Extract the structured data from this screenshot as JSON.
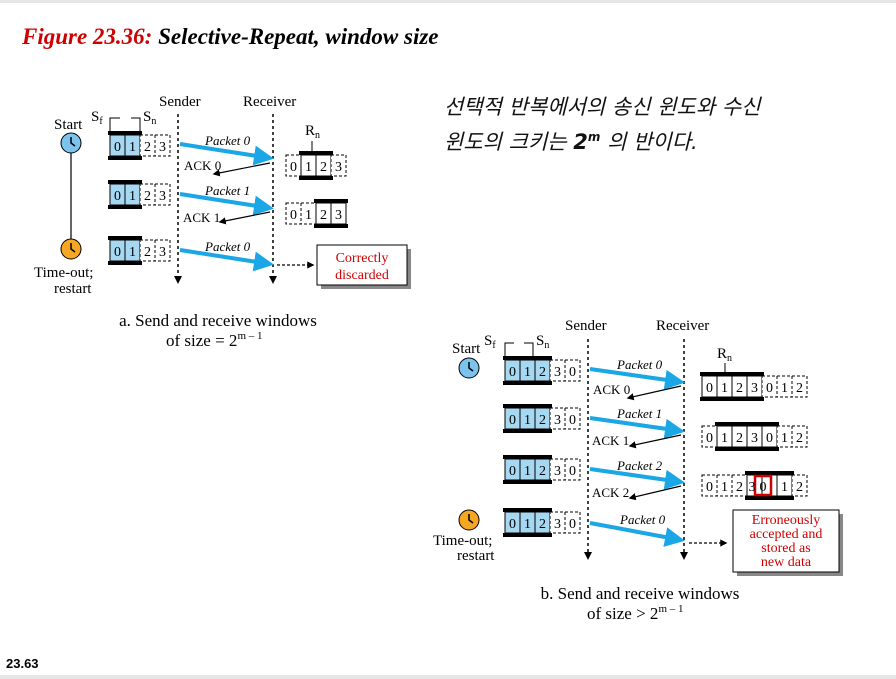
{
  "title": {
    "figure": "Figure 23.36:",
    "text": "Selective-Repeat, window size"
  },
  "korean_note": {
    "line1": "선택적 반복에서의 송신 윈도와 수신",
    "line2_pre": "윈도의 크키는 ",
    "line2_exp_base": "2",
    "line2_exp_sup": "m",
    "line2_post": " 의 반이다."
  },
  "page_number": "23.63",
  "colors": {
    "accent_red": "#d00000",
    "arrow_blue": "#1ba6e6",
    "window_fill": "#a6d8f2",
    "clock_blue": "#7cc4ee",
    "clock_orange": "#f5a623"
  },
  "diagram_a": {
    "sender_label": "Sender",
    "receiver_label": "Receiver",
    "start_label": "Start",
    "timeout_label_1": "Time-out;",
    "timeout_label_2": "restart",
    "sf": "S",
    "sf_sub": "f",
    "sn": "S",
    "sn_sub": "n",
    "rn": "R",
    "rn_sub": "n",
    "packets": [
      "Packet 0",
      "Packet 1",
      "Packet 0"
    ],
    "acks": [
      "ACK 0",
      "ACK 1"
    ],
    "sender_window": [
      "0",
      "1",
      "2",
      "3"
    ],
    "receiver_windows": [
      [
        "0",
        "1",
        "2",
        "3"
      ],
      [
        "0",
        "1",
        "2",
        "3"
      ]
    ],
    "result": [
      "Correctly",
      "discarded"
    ],
    "caption_1": "a. Send and receive windows",
    "caption_2_pre": "of size = 2",
    "caption_2_sup": "m – 1"
  },
  "diagram_b": {
    "sender_label": "Sender",
    "receiver_label": "Receiver",
    "start_label": "Start",
    "timeout_label_1": "Time-out;",
    "timeout_label_2": "restart",
    "sf": "S",
    "sf_sub": "f",
    "sn": "S",
    "sn_sub": "n",
    "rn": "R",
    "rn_sub": "n",
    "packets": [
      "Packet 0",
      "Packet 1",
      "Packet 2",
      "Packet 0"
    ],
    "acks": [
      "ACK 0",
      "ACK 1",
      "ACK 2"
    ],
    "sender_window": [
      "0",
      "1",
      "2",
      "3",
      "0"
    ],
    "receiver_window": [
      "0",
      "1",
      "2",
      "3",
      "0",
      "1",
      "2"
    ],
    "result": [
      "Erroneously",
      "accepted and",
      "stored as",
      "new data"
    ],
    "caption_1": "b. Send and receive windows",
    "caption_2_pre": "of size > 2",
    "caption_2_sup": "m – 1"
  }
}
